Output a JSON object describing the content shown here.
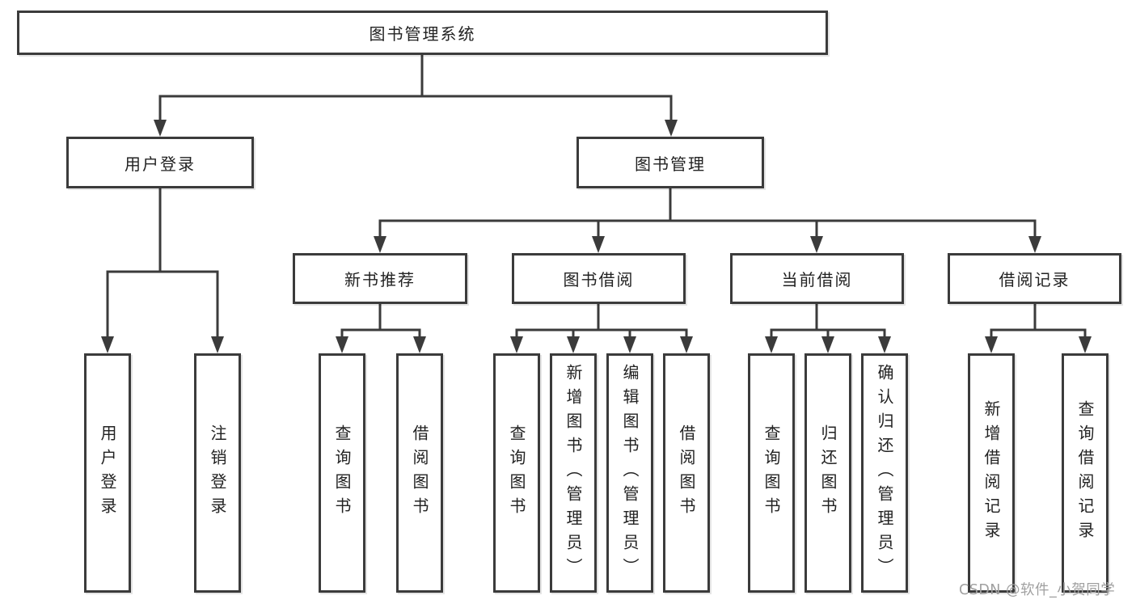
{
  "diagram_type": "hierarchy-tree",
  "tree": {
    "root": {
      "label": "图书管理系统",
      "children": [
        {
          "label": "用户登录",
          "children": [
            {
              "label": "用户登录"
            },
            {
              "label": "注销登录"
            }
          ]
        },
        {
          "label": "图书管理",
          "children": [
            {
              "label": "新书推荐",
              "children": [
                {
                  "label": "查询图书"
                },
                {
                  "label": "借阅图书"
                }
              ]
            },
            {
              "label": "图书借阅",
              "children": [
                {
                  "label": "查询图书"
                },
                {
                  "label": "新增图书（管理员）"
                },
                {
                  "label": "编辑图书（管理员）"
                },
                {
                  "label": "借阅图书"
                }
              ]
            },
            {
              "label": "当前借阅",
              "children": [
                {
                  "label": "查询图书"
                },
                {
                  "label": "归还图书"
                },
                {
                  "label": "确认归还（管理员）"
                }
              ]
            },
            {
              "label": "借阅记录",
              "children": [
                {
                  "label": "新增借阅记录"
                },
                {
                  "label": "查询借阅记录"
                }
              ]
            }
          ]
        }
      ]
    }
  },
  "watermark": {
    "text": "CSDN @软件_小贺同学"
  },
  "colors": {
    "line": "#3b3b3b",
    "text": "#222222",
    "watermark": "#a0a0a0",
    "background": "#ffffff"
  }
}
